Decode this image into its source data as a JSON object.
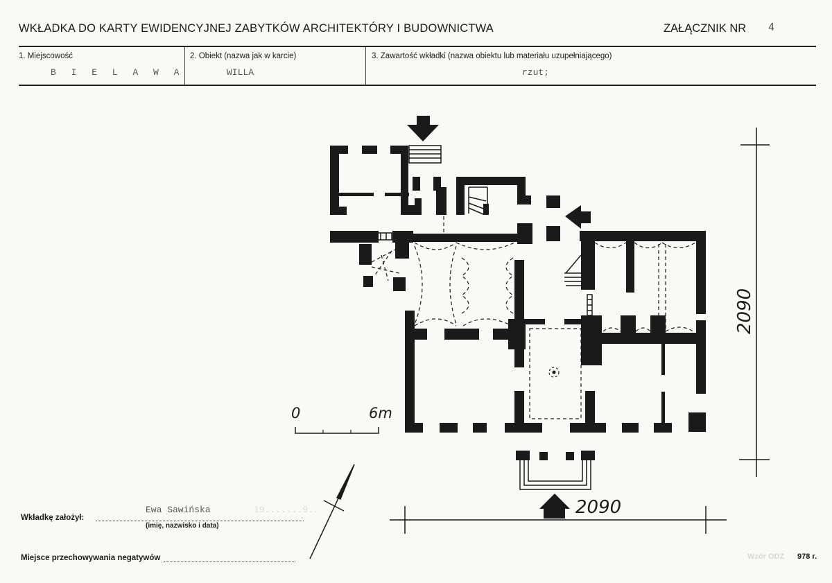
{
  "header": {
    "title": "WKŁADKA DO KARTY EWIDENCYJNEJ ZABYTKÓW ARCHITEKTÓRY I BUDOWNICTWA",
    "annex_label": "ZAŁĄCZNIK NR",
    "annex_number": "4"
  },
  "fields": {
    "locality_label": "1. Miejscowość",
    "locality_value": "B I E L A W A",
    "object_label": "2. Obiekt (nazwa jak w karcie)",
    "object_value": "WILLA",
    "content_label": "3. Zawartość wkładki (nazwa obiektu lub materiału uzupełniającego)",
    "content_value": "rzut;"
  },
  "drawing": {
    "scale_zero": "0",
    "scale_end": "6m",
    "dim_horizontal": "2090",
    "dim_vertical": "2090"
  },
  "footer": {
    "author_label": "Wkładkę założył:",
    "author_value": "Ewa Sawińska",
    "author_date_faded": "19.......9..",
    "author_hint": "(imię, nazwisko i data)",
    "negatives_label": "Miejsce przechowywania negatywów",
    "form_code_faded": "Wzór ODZ",
    "form_year": "978 r."
  }
}
